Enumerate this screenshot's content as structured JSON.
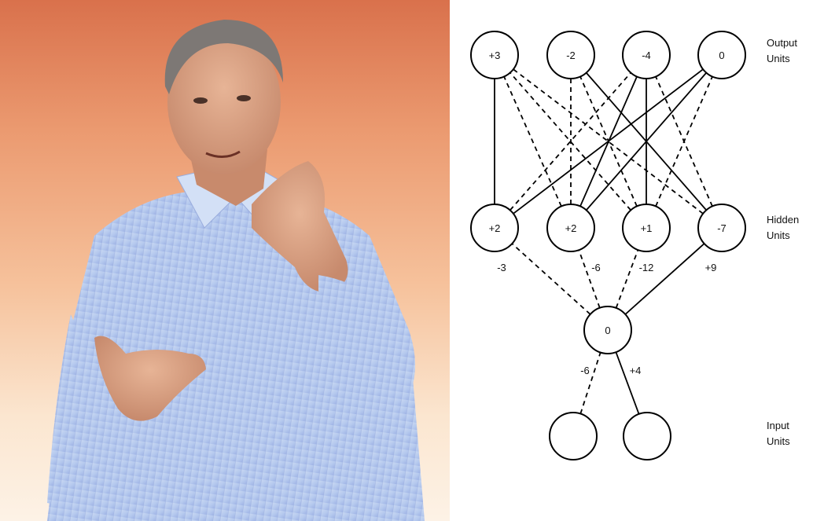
{
  "diagram": {
    "layers": {
      "output": {
        "label_line1": "Output",
        "label_line2": "Units",
        "nodes": [
          "+3",
          "-2",
          "-4",
          "0"
        ]
      },
      "hidden": {
        "label_line1": "Hidden",
        "label_line2": "Units",
        "nodes": [
          "+2",
          "+2",
          "+1",
          "-7"
        ]
      },
      "middle": {
        "nodes": [
          "0"
        ]
      },
      "input": {
        "label_line1": "Input",
        "label_line2": "Units",
        "nodes": [
          "",
          ""
        ]
      }
    },
    "connections": [
      {
        "from": "hidden.0",
        "to": "output.0",
        "style": "solid"
      },
      {
        "from": "hidden.0",
        "to": "output.2",
        "style": "dashed"
      },
      {
        "from": "hidden.0",
        "to": "output.3",
        "style": "solid"
      },
      {
        "from": "hidden.1",
        "to": "output.0",
        "style": "dashed"
      },
      {
        "from": "hidden.1",
        "to": "output.1",
        "style": "dashed"
      },
      {
        "from": "hidden.1",
        "to": "output.2",
        "style": "solid"
      },
      {
        "from": "hidden.1",
        "to": "output.3",
        "style": "solid"
      },
      {
        "from": "hidden.2",
        "to": "output.0",
        "style": "dashed"
      },
      {
        "from": "hidden.2",
        "to": "output.1",
        "style": "dashed"
      },
      {
        "from": "hidden.2",
        "to": "output.2",
        "style": "solid"
      },
      {
        "from": "hidden.2",
        "to": "output.3",
        "style": "dashed"
      },
      {
        "from": "hidden.3",
        "to": "output.0",
        "style": "dashed"
      },
      {
        "from": "hidden.3",
        "to": "output.1",
        "style": "solid"
      },
      {
        "from": "hidden.3",
        "to": "output.2",
        "style": "dashed"
      },
      {
        "from": "middle.0",
        "to": "hidden.0",
        "style": "dashed",
        "weight": "-3"
      },
      {
        "from": "middle.0",
        "to": "hidden.1",
        "style": "dashed",
        "weight": "-6"
      },
      {
        "from": "middle.0",
        "to": "hidden.2",
        "style": "dashed",
        "weight": "-12"
      },
      {
        "from": "middle.0",
        "to": "hidden.3",
        "style": "solid",
        "weight": "+9"
      },
      {
        "from": "input.0",
        "to": "middle.0",
        "style": "dashed",
        "weight": "-6"
      },
      {
        "from": "input.1",
        "to": "middle.0",
        "style": "solid",
        "weight": "+4"
      }
    ]
  }
}
